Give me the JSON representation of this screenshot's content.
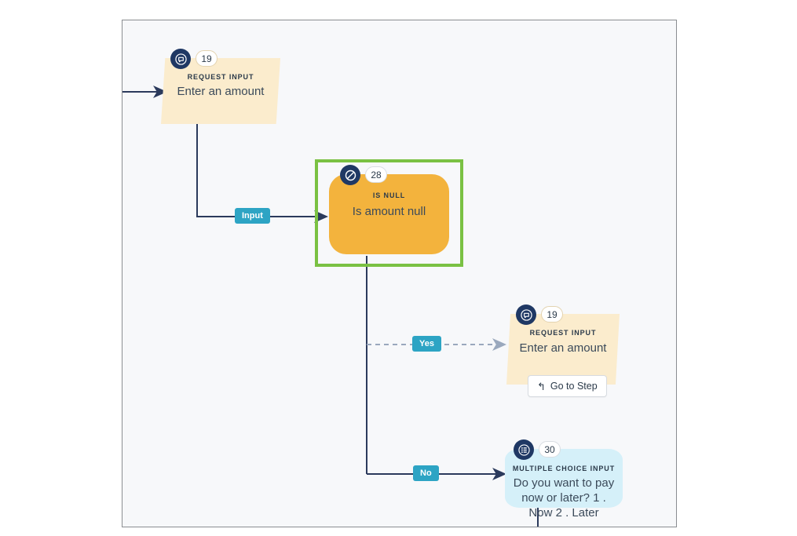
{
  "canvas": {
    "background": "#f7f8fa",
    "border_color": "#8a8d91"
  },
  "theme": {
    "node_request_input_fill": "#fbeccd",
    "node_condition_fill": "#f3b33d",
    "node_choice_fill": "#d5f0f9",
    "icon_circle": "#1f3864",
    "edge_label_fill": "#2da4c4",
    "edge_solid": "#2b3a5c",
    "edge_dashed": "#9aa8bd",
    "selection_border": "#7ac143"
  },
  "nodes": [
    {
      "id": "node-request-input-top",
      "icon": "speech-bubble-icon",
      "number": "19",
      "kicker": "REQUEST INPUT",
      "text": "Enter an amount"
    },
    {
      "id": "node-is-null",
      "icon": "null-prohibition-icon",
      "number": "28",
      "kicker": "IS NULL",
      "text": "Is amount null",
      "selected": true
    },
    {
      "id": "node-request-input-yes",
      "icon": "speech-bubble-icon",
      "number": "19",
      "kicker": "REQUEST INPUT",
      "text": "Enter an amount",
      "action_label": "Go to Step",
      "action_icon": "undo-arrow-icon"
    },
    {
      "id": "node-multiple-choice",
      "icon": "list-icon",
      "number": "30",
      "kicker": "MULTIPLE CHOICE INPUT",
      "text": "Do you want to pay now or later? 1 . Now 2 . Later"
    }
  ],
  "edges": [
    {
      "id": "edge-input",
      "label": "Input",
      "style": "solid"
    },
    {
      "id": "edge-yes",
      "label": "Yes",
      "style": "dashed"
    },
    {
      "id": "edge-no",
      "label": "No",
      "style": "solid"
    }
  ]
}
